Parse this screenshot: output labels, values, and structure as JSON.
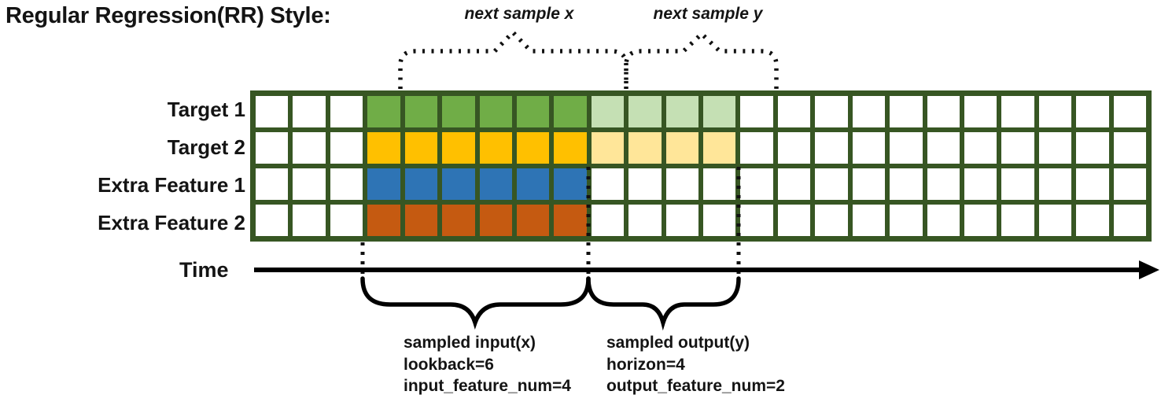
{
  "title": "Regular Regression(RR) Style:",
  "top_braces": {
    "x_label": "next sample x",
    "y_label": "next sample y"
  },
  "time_axis": {
    "label": "Time"
  },
  "grid": {
    "columns": 24,
    "border_color": "#375623",
    "cell_color": "#ffffff",
    "input_columns": {
      "from": 4,
      "to": 9
    },
    "output_columns": {
      "from": 10,
      "to": 13
    },
    "rows": [
      {
        "label": "Target 1",
        "segments": [
          {
            "from": 4,
            "to": 9,
            "color": "#70AD47"
          },
          {
            "from": 10,
            "to": 13,
            "color": "#C5E0B4"
          }
        ]
      },
      {
        "label": "Target 2",
        "segments": [
          {
            "from": 4,
            "to": 9,
            "color": "#FFC000"
          },
          {
            "from": 10,
            "to": 13,
            "color": "#FFE699"
          }
        ]
      },
      {
        "label": "Extra Feature 1",
        "segments": [
          {
            "from": 4,
            "to": 9,
            "color": "#2E74B5"
          }
        ]
      },
      {
        "label": "Extra Feature 2",
        "segments": [
          {
            "from": 4,
            "to": 9,
            "color": "#C55A11"
          }
        ]
      }
    ]
  },
  "sample_annotations": {
    "input": {
      "title": "sampled input(x)",
      "lookback": "lookback=6",
      "feature_num": "input_feature_num=4"
    },
    "output": {
      "title": "sampled output(y)",
      "horizon": "horizon=4",
      "feature_num": "output_feature_num=2"
    }
  }
}
